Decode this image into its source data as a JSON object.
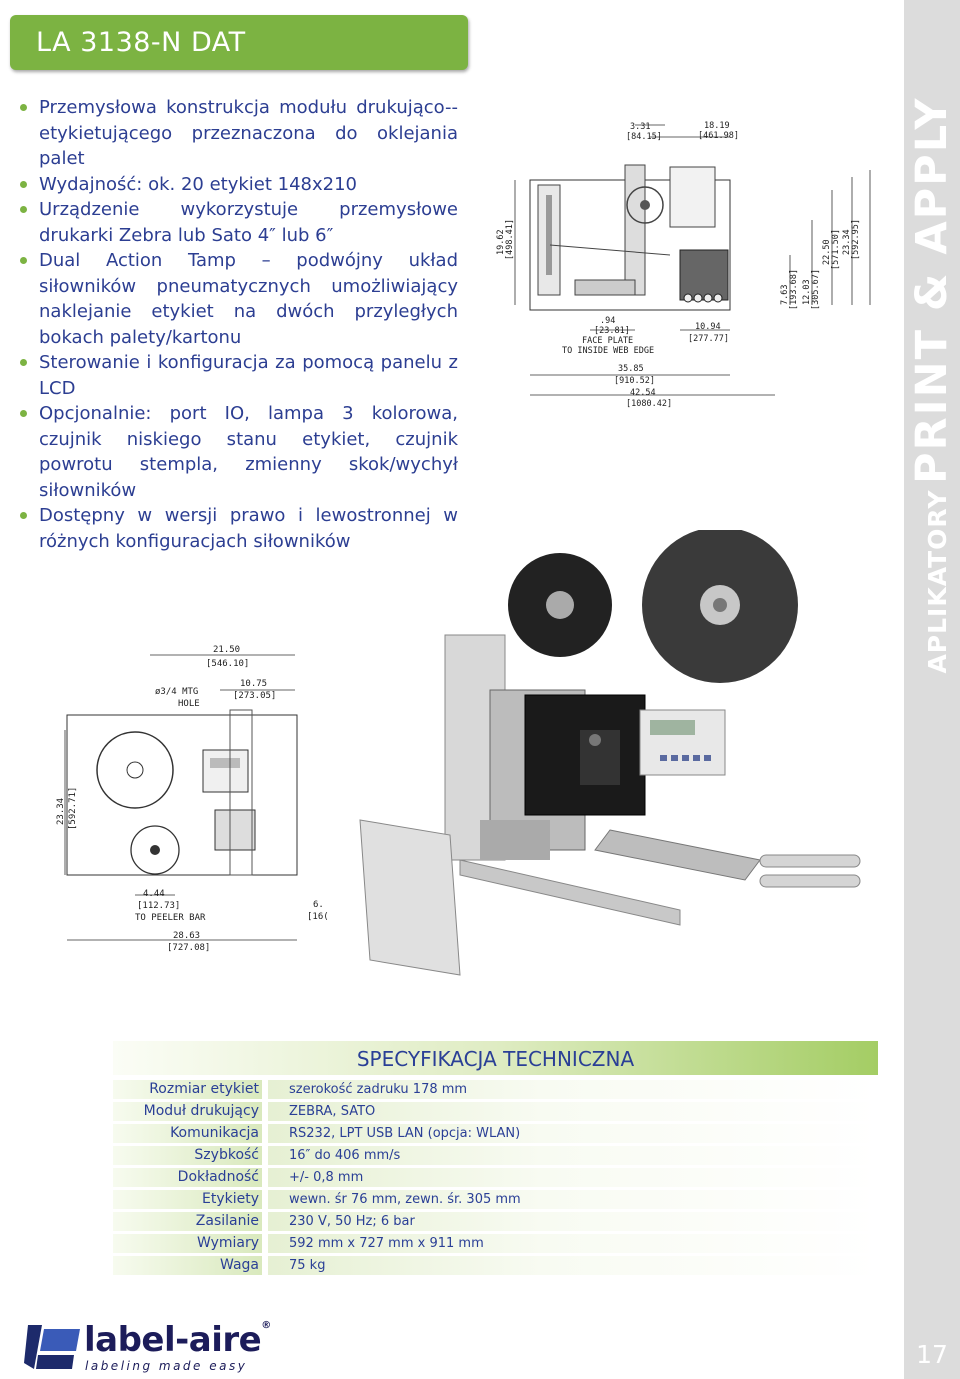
{
  "header": {
    "title": "LA 3138-N DAT"
  },
  "features": [
    "Przemysłowa konstrukcja modułu drukująco--etykietującego przeznaczona do oklejania palet",
    "Wydajność: ok. 20 etykiet 148x210",
    "Urządzenie wykorzystuje przemysłowe drukarki Zebra lub Sato 4″ lub 6″",
    "Dual Action Tamp – podwójny układ siłowników pneumatycznych umożliwiający naklejanie etykiet na dwóch przyległych bokach palety/kartonu",
    "Sterowanie i konfiguracja za pomocą panelu z LCD",
    "Opcjonalnie: port IO, lampa 3 kolorowa, czujnik niskiego stanu etykiet, czujnik powrotu stempla, zmienny skok/wychył siłowników",
    "Dostępny w wersji prawo i lewostronnej w różnych konfiguracjach siłowników"
  ],
  "side_band": {
    "category": "APLIKATORY",
    "product_line": "PRINT & APPLY",
    "page_number": "17"
  },
  "drawing_top": {
    "dims": [
      "3.31",
      "[84.15]",
      "18.19",
      "[461.98]",
      "19.62",
      "[498.41]",
      "7.63",
      "[193.68]",
      "12.03",
      "[305.67]",
      "22.50",
      "[571.50]",
      "23.34",
      "[592.95]",
      ".94",
      "[23.81]",
      "FACE PLATE",
      "TO INSIDE WEB EDGE",
      "10.94",
      "[277.77]",
      "35.85",
      "[910.52]",
      "42.54",
      "[1080.42]"
    ]
  },
  "drawing_side": {
    "dims": [
      "21.50",
      "[546.10]",
      "ø3/4 MTG",
      "HOLE",
      "10.75",
      "[273.05]",
      "23.34",
      "[592.71]",
      "4.44",
      "[112.73]",
      "TO PEELER BAR",
      "28.63",
      "[727.08]",
      "6.",
      "[16("
    ]
  },
  "specs": {
    "title": "SPECYFIKACJA TECHNICZNA",
    "rows": [
      {
        "label": "Rozmiar etykiet",
        "value": "szerokość zadruku 178 mm"
      },
      {
        "label": "Moduł drukujący",
        "value": "ZEBRA, SATO"
      },
      {
        "label": "Komunikacja",
        "value": "RS232, LPT USB LAN (opcja: WLAN)"
      },
      {
        "label": "Szybkość",
        "value": "16″ do 406 mm/s"
      },
      {
        "label": "Dokładność",
        "value": "+/- 0,8 mm"
      },
      {
        "label": "Etykiety",
        "value": "wewn. śr 76 mm, zewn. śr. 305 mm"
      },
      {
        "label": "Zasilanie",
        "value": "230 V, 50 Hz; 6 bar"
      },
      {
        "label": "Wymiary",
        "value": "592 mm x 727 mm x 911 mm"
      },
      {
        "label": "Waga",
        "value": "75 kg"
      }
    ]
  },
  "logo": {
    "name": "label-aire",
    "registered": "®",
    "tagline": "labeling made easy"
  },
  "colors": {
    "accent_green": "#7cb342",
    "text_blue": "#2a3f96",
    "band_gray": "#dcdcdc"
  }
}
